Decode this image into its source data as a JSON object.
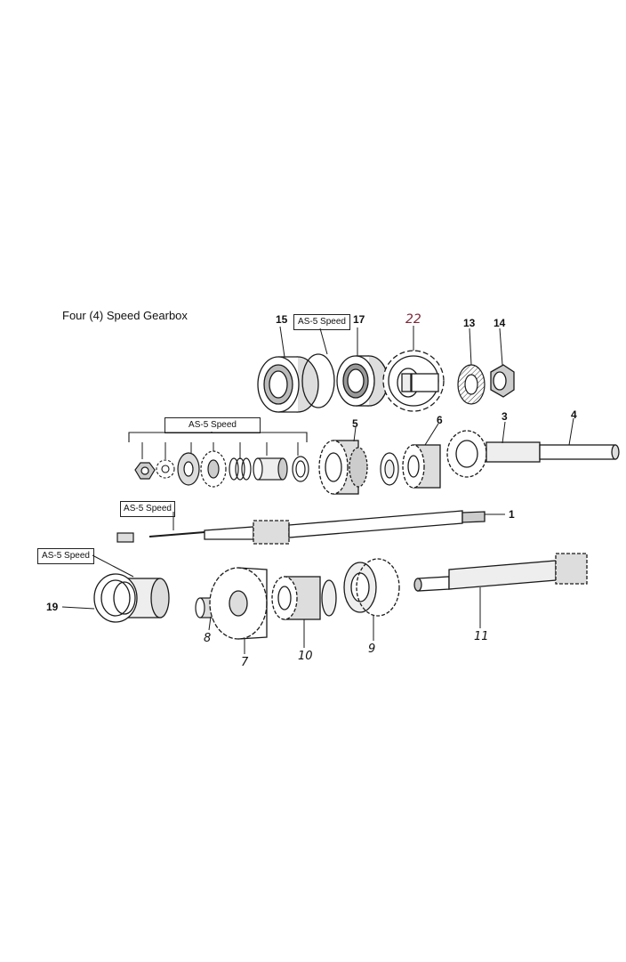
{
  "diagram": {
    "title": "Four (4) Speed Gearbox",
    "callouts": {
      "as5_top": "AS-5 Speed",
      "as5_group": "AS-5 Speed",
      "as5_shaft": "AS-5 Speed",
      "as5_bearing": "AS-5 Speed"
    },
    "part_numbers": {
      "p15": "15",
      "p17": "17",
      "p22": "22",
      "p13": "13",
      "p14": "14",
      "p5": "5",
      "p6": "6",
      "p3": "3",
      "p4": "4",
      "p1": "1",
      "p19": "19",
      "p8": "8",
      "p7": "7",
      "p10": "10",
      "p9": "9",
      "p11": "11"
    },
    "colors": {
      "line": "#1a1a1a",
      "shade": "#555555",
      "accent_22": "#7a2a3a"
    }
  }
}
